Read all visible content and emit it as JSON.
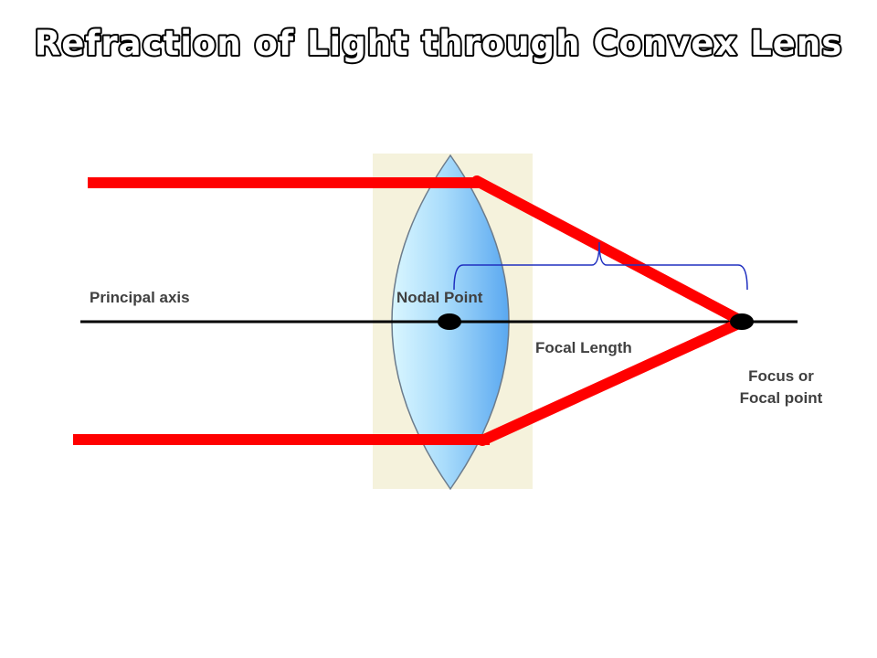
{
  "title": "Refraction of Light through Convex Lens",
  "labels": {
    "principal_axis": "Principal axis",
    "nodal_point": "Nodal Point",
    "focal_length": "Focal Length",
    "focus_line1": "Focus or",
    "focus_line2": "Focal point"
  },
  "colors": {
    "ray": "#ff0000",
    "lens_light": "#d9f6ff",
    "lens_dark": "#5aa8f0",
    "lens_background": "#f5f2dc",
    "axis": "#000000",
    "bracket": "#2030c0",
    "label_text": "#404040"
  }
}
